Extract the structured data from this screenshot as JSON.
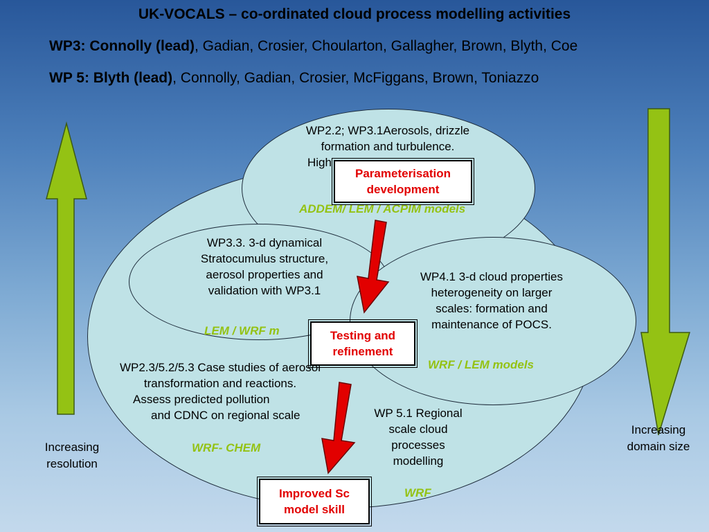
{
  "header": {
    "title": "UK-VOCALS – co-ordinated cloud process modelling activities",
    "wp3_lead": "WP3: Connolly (lead)",
    "wp3_members": ", Gadian, Crosier, Choularton, Gallagher, Brown, Blyth, Coe",
    "wp5_lead": "WP 5: Blyth (lead)",
    "wp5_members": ", Connolly, Gadian, Crosier, McFiggans, Brown, Toniazzo"
  },
  "ellipses": {
    "top": {
      "line1": "WP2.2; WP3.1Aerosols, drizzle",
      "line2": "formation and turbulence.",
      "line3": "High",
      "model": "ADDEM/ LEM / ACPIM models"
    },
    "left": {
      "line1": "WP3.3. 3-d dynamical",
      "line2": "Stratocumulus structure,",
      "line3": "aerosol properties and",
      "line4": "validation with WP3.1",
      "model": "LEM  / WRF m"
    },
    "right": {
      "line1": "WP4.1   3-d cloud properties",
      "line2": "heterogeneity on larger",
      "line3": "scales: formation and",
      "line4": "maintenance of POCS.",
      "model": "WRF / LEM models"
    },
    "big": {
      "line1": "WP2.3/5.2/5.3 Case studies of aerosol",
      "line2": "transformation and reactions.",
      "line3": "Assess predicted pollution",
      "line4": "and CDNC on regional scale",
      "model": "WRF- CHEM"
    },
    "regional": {
      "line1": "WP 5.1 Regional",
      "line2": "scale cloud",
      "line3": "processes",
      "line4": "modelling",
      "model": "WRF"
    }
  },
  "boxes": {
    "param_line1": "Parameterisation",
    "param_line2": "development",
    "test_line1": "Testing and",
    "test_line2": "refinement",
    "improved_line1": "Improved Sc",
    "improved_line2": "model skill"
  },
  "sides": {
    "left_line1": "Increasing",
    "left_line2": "resolution",
    "right_line1": "Increasing",
    "right_line2": "domain size"
  },
  "colors": {
    "ellipse_fill": "#bfe2e6",
    "green_arrow": "#94c214",
    "red_arrow": "#e20000",
    "model_text": "#94c214"
  }
}
